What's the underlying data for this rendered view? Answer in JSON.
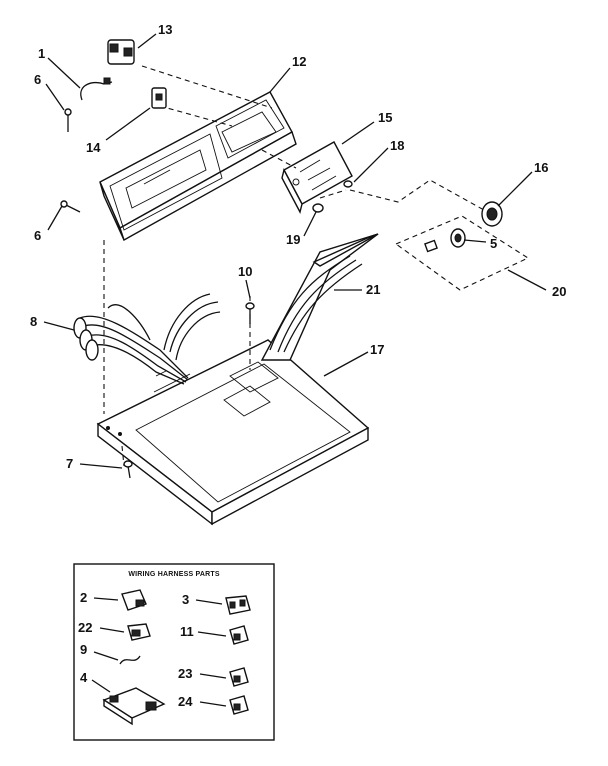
{
  "diagram": {
    "callouts": {
      "c1": "1",
      "c6a": "6",
      "c13": "13",
      "c14": "14",
      "c12": "12",
      "c15": "15",
      "c18": "18",
      "c16": "16",
      "c6b": "6",
      "c19": "19",
      "c5": "5",
      "c20": "20",
      "c10": "10",
      "c21": "21",
      "c8": "8",
      "c17": "17",
      "c7": "7"
    },
    "inset": {
      "title": "WIRING HARNESS PARTS",
      "callouts": {
        "c2": "2",
        "c3": "3",
        "c22": "22",
        "c11": "11",
        "c9": "9",
        "c23": "23",
        "c4": "4",
        "c24": "24"
      }
    }
  }
}
